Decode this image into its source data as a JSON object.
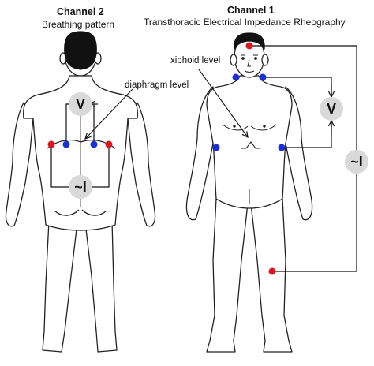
{
  "channel2": {
    "title": "Channel 2",
    "subtitle": "Breathing pattern",
    "diaphragm_label": "diaphragm level",
    "voltmeter": "V",
    "current_source": "~I"
  },
  "channel1": {
    "title": "Channel 1",
    "subtitle": "Transthoracic Electrical Impedance Rheography",
    "xiphoid_label": "xiphoid level",
    "voltmeter": "V",
    "current_source": "~I"
  },
  "colors": {
    "current_electrode": "#e0141e",
    "voltage_electrode": "#1a2fd6",
    "hair": "#111111",
    "outline": "#222222",
    "meter_fill": "#d9d9d9"
  }
}
